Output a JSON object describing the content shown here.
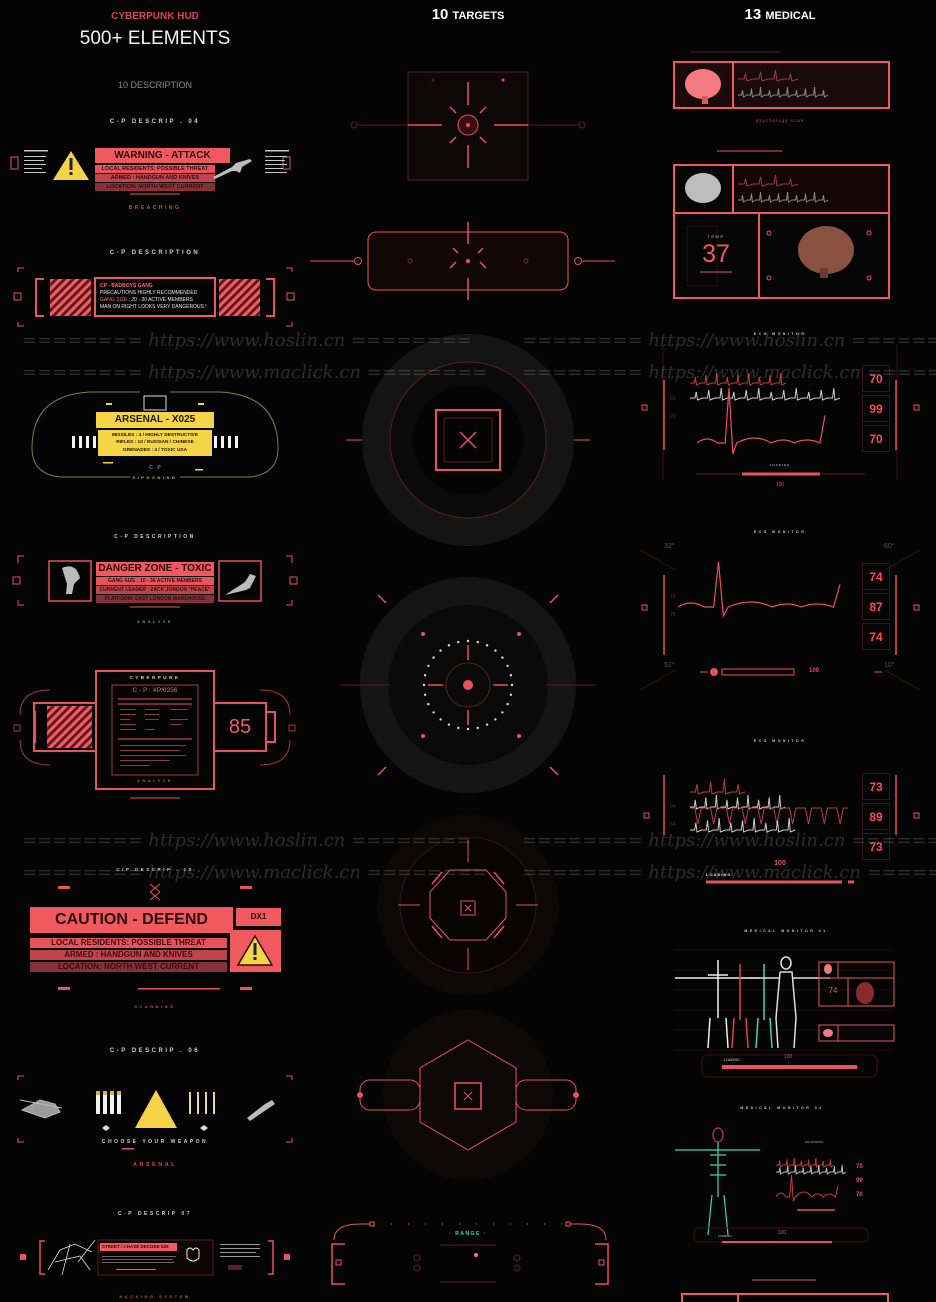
{
  "header": {
    "subtitle": "CYBERPUNK HUD",
    "title": "500+ ELEMENTS",
    "description_count": "10 DESCRIPTION",
    "targets_count": "10",
    "targets_label": "TARGETS",
    "medical_count": "13",
    "medical_label": "MEDICAL"
  },
  "descriptions": {
    "d04": {
      "label": "C-P DESCRIP . 04",
      "title": "WARNING - ATTACK",
      "rows": [
        "LOCAL RESIDENTS:  POSSIBLE THREAT",
        "ARMED : HANDGUN AND KNIVES",
        "LOCATION: NORTH WEST CURRENT"
      ],
      "footer": "BREACHING"
    },
    "gang": {
      "label": "C-P DESCRIPTION",
      "lines": [
        "CP - BADBOYS GANG",
        "PRECAUTIONS HIGHLY RECOMMENDED",
        "GANG SIZE",
        " : 20 - 30 ACTIVE MEMBERS",
        "MAN ON RIGHT LOOKS VERY DANGEROUS !"
      ]
    },
    "arsenal": {
      "title": "ARSENAL - X025",
      "rows": [
        "MISSILES :   4 / HIGHLY DESTRUCTIVE",
        "RIFLES : 10 / RUSSIAN / CHINESE",
        "GRENADES : 3 / TOXIC   USA"
      ],
      "center": "C · P",
      "footer": "SIPHONING"
    },
    "danger": {
      "label": "C-P DESCRIPTION",
      "title": "DANGER ZONE - TOXIC",
      "rows": [
        "GANG SIZE :  10 - 30 ACTIVE MEMBERS",
        "CURRENT LEADER : ZACK JORDON \"PEACE\"",
        "PLATFORM: EAST LONDON WAREHOUSE"
      ],
      "footer": "ANALYZE"
    },
    "cyber": {
      "top": "CYBERPUNK",
      "id": "C - P : XP/0256",
      "value": "85",
      "footer": "ANALYZE"
    },
    "d10": {
      "label": "C/P DESCRIP . 10",
      "title": "CAUTION - DEFEND",
      "code": "DX1",
      "rows": [
        "LOCAL RESIDENTS:   POSSIBLE THREAT",
        "ARMED : HANDGUN AND KNIVES",
        "LOCATION: NORTH WEST CURRENT"
      ],
      "footer": "SCANNING"
    },
    "d06": {
      "label": "C-P DESCRIP . 06",
      "prompt": "CHOOSE YOUR WEAPON",
      "footer": "ARSENAL"
    },
    "d07": {
      "label": "C-P DESCRIP 07",
      "title": "STREET / CHASE DECODE 025",
      "footer": "HACKING SYSTEM"
    }
  },
  "targets": {
    "range_label": "· RANGE ·"
  },
  "medical": {
    "scan_label": "psychology scan",
    "temp_label": "TEMP",
    "temp_value": "37",
    "ecg1": {
      "title": "ECG MONITOR",
      "values": [
        "70",
        "99",
        "70"
      ],
      "scale": [
        "60",
        "20"
      ],
      "loading": "LOADING",
      "progress": "100"
    },
    "ecg2": {
      "title": "ECG MONITOR",
      "values": [
        "74",
        "87",
        "74"
      ],
      "angles": [
        "32°",
        "60°",
        "52°",
        "10°"
      ],
      "scale": [
        "15",
        "75"
      ],
      "progress": "100"
    },
    "ecg3": {
      "title": "ECG MONITOR",
      "values": [
        "73",
        "89",
        "73"
      ],
      "scale": [
        "04",
        "54"
      ],
      "loading": "LOADING",
      "progress": "100"
    },
    "mon01": {
      "title": "MEDICAL MONITOR 01",
      "value": "74",
      "loading": "LOADING",
      "progress": "100"
    },
    "mon04": {
      "title": "MEDICAL MONITOR 04",
      "sub": "ECG MONITOR",
      "values": [
        "70",
        "99",
        "70"
      ],
      "loading": "LOADING",
      "progress": "100"
    }
  },
  "watermarks": {
    "a": "======== https://www.hoslin.cn ========",
    "b": "======== https://www.maclick.cn ========"
  },
  "colors": {
    "accent": "#f05a5f",
    "warning": "#f5d547",
    "background": "#040404",
    "teal": "#3fd6b8"
  }
}
